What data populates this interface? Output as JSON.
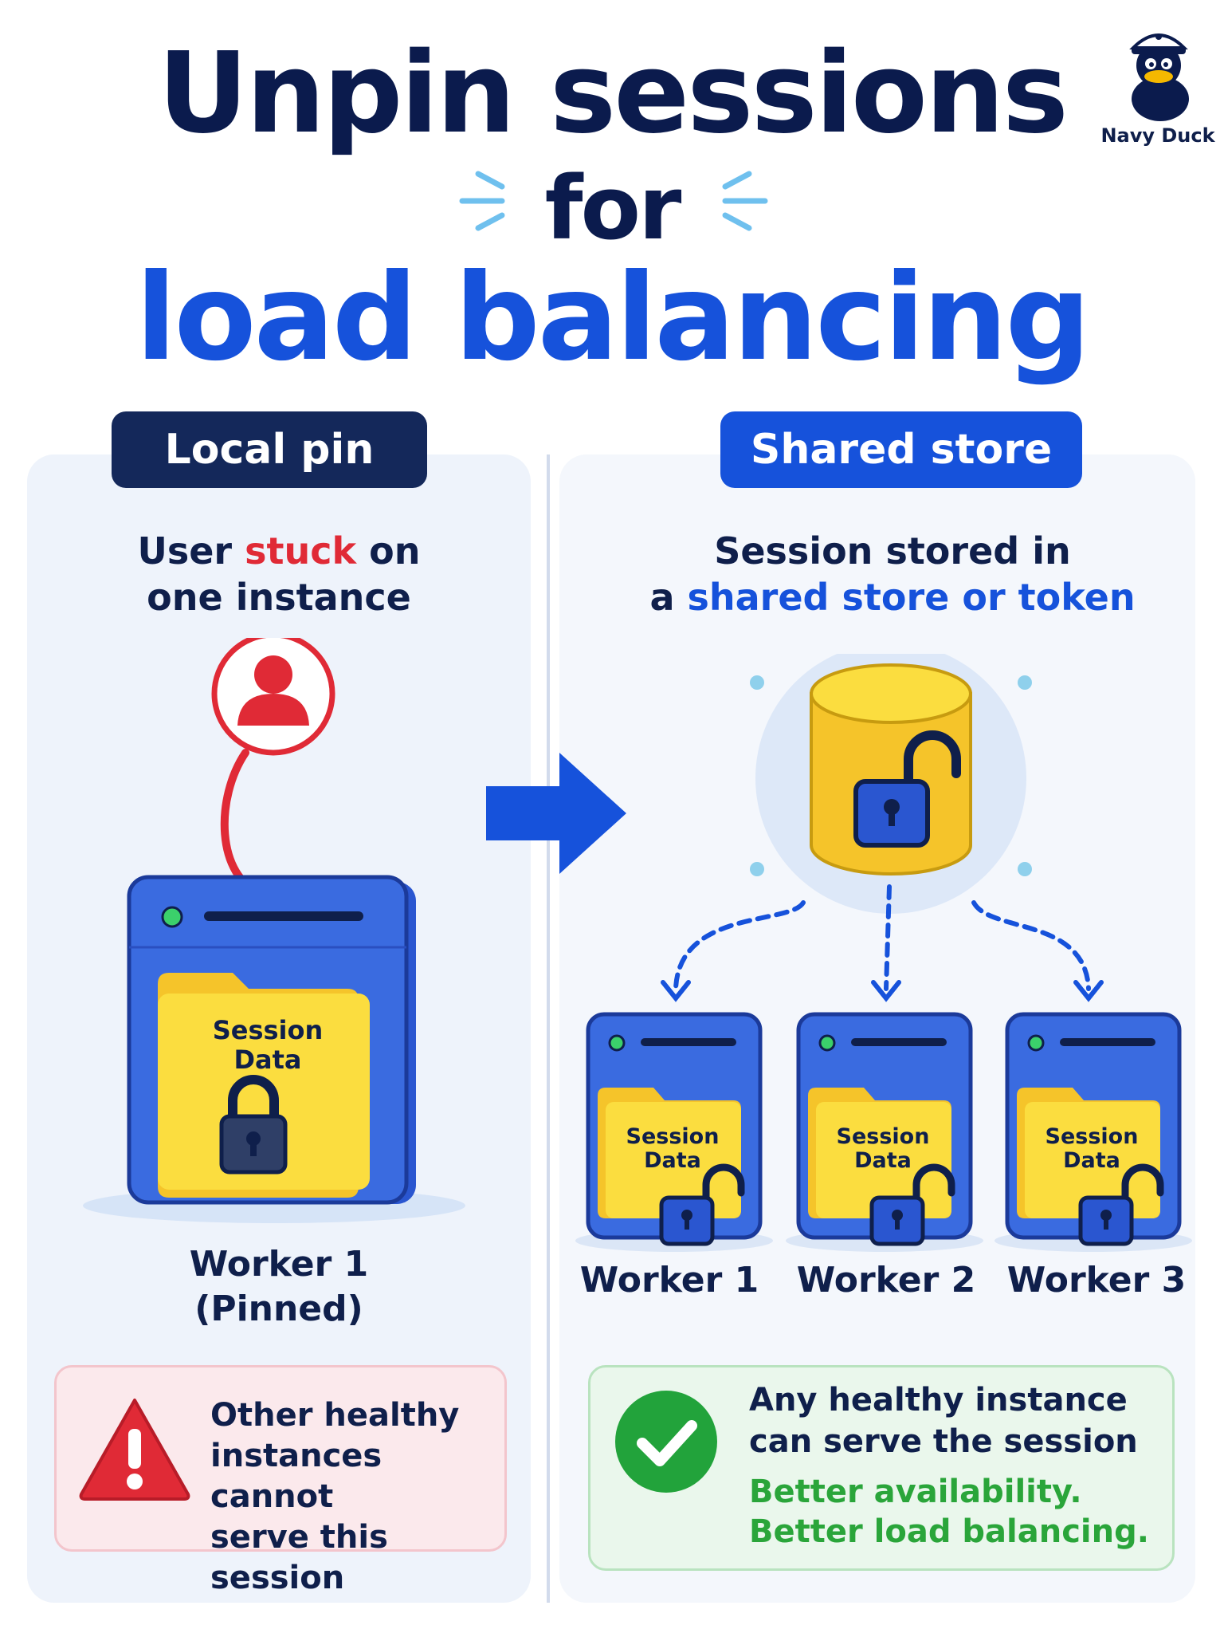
{
  "title": {
    "line1": "Unpin sessions",
    "line2": "for",
    "line3": "load balancing"
  },
  "brand": {
    "name": "Navy Duck",
    "icon": "duck-mascot-icon"
  },
  "left": {
    "pill": "Local pin",
    "heading": {
      "part1": "User ",
      "highlight": "stuck",
      "part2": " on",
      "line2": "one instance"
    },
    "folder_line1": "Session",
    "folder_line2": "Data",
    "worker": "Worker 1",
    "status": "(Pinned)",
    "callout": {
      "icon": "warning-icon",
      "line1": "Other healthy",
      "line2": "instances cannot",
      "line3": "serve this session"
    }
  },
  "right": {
    "pill": "Shared store",
    "heading": {
      "line1": "Session stored in",
      "prefix": "a ",
      "highlight": "shared store or token"
    },
    "folder_line1": "Session",
    "folder_line2": "Data",
    "workers": [
      "Worker 1",
      "Worker 2",
      "Worker 3"
    ],
    "callout": {
      "icon": "check-icon",
      "line1": "Any healthy instance",
      "line2": "can serve the session",
      "line3": "Better availability.",
      "line4": "Better load balancing."
    }
  },
  "colors": {
    "navy": "#0b1b4d",
    "blue": "#1652db",
    "red": "#e02a36",
    "green": "#2aa53a",
    "yellow": "#fbdd3f"
  }
}
